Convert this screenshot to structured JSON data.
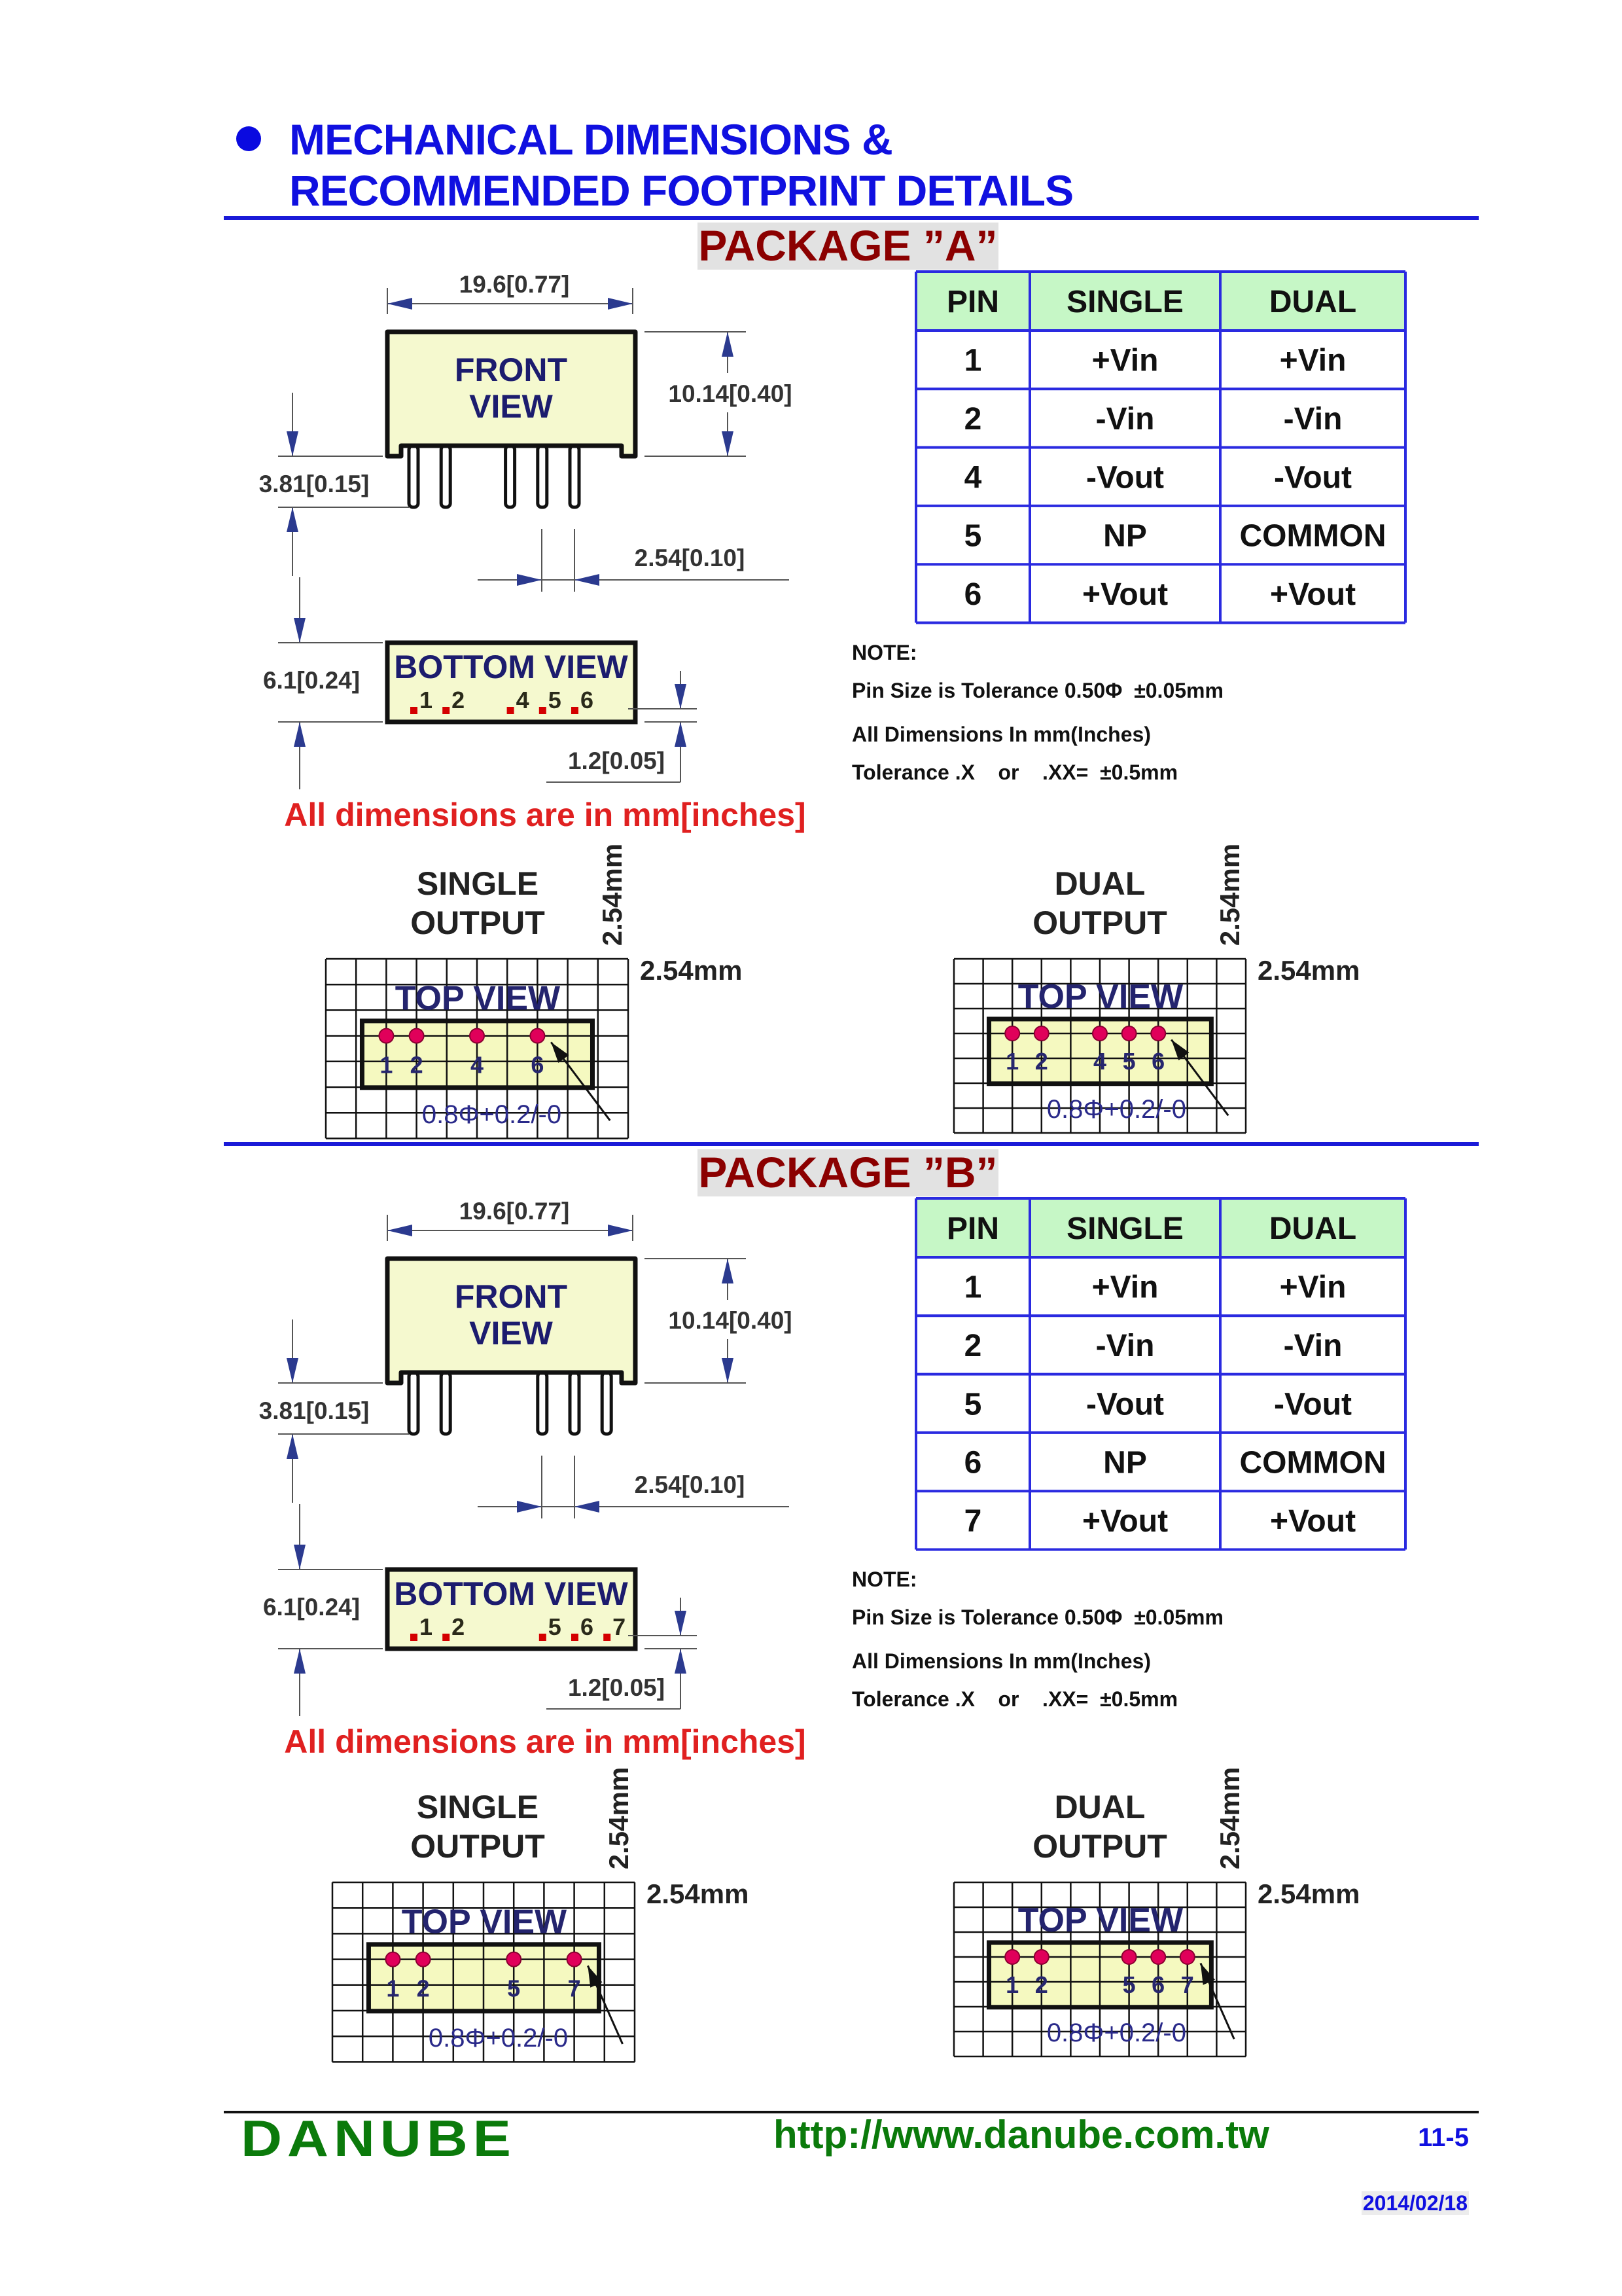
{
  "header": {
    "title_line1": "MECHANICAL DIMENSIONS &",
    "title_line2": "RECOMMENDED FOOTPRINT DETAILS"
  },
  "packages": [
    {
      "title": "PACKAGE ”A”",
      "dims": {
        "width": "19.6[0.77]",
        "height": "10.14[0.40]",
        "pin_length": "3.81[0.15]",
        "pitch": "2.54[0.10]",
        "depth": "6.1[0.24]",
        "offset": "1.2[0.05]"
      },
      "front_view": [
        "FRONT",
        "VIEW"
      ],
      "bottom_view": "BOTTOM VIEW",
      "pins": [
        "1",
        "2",
        "4",
        "5",
        "6"
      ],
      "table": {
        "headers": [
          "PIN",
          "SINGLE",
          "DUAL"
        ],
        "rows": [
          [
            "1",
            "+Vin",
            "+Vin"
          ],
          [
            "2",
            "-Vin",
            "-Vin"
          ],
          [
            "4",
            "-Vout",
            "-Vout"
          ],
          [
            "5",
            "NP",
            "COMMON"
          ],
          [
            "6",
            "+Vout",
            "+Vout"
          ]
        ]
      },
      "note": {
        "title": "NOTE:",
        "lines": [
          "Pin Size is Tolerance 0.50Φ  ±0.05mm",
          "All Dimensions In mm(Inches)",
          "Tolerance .X    or    .XX=  ±0.5mm"
        ]
      },
      "units_note": "All dimensions are in mm[inches]",
      "footprints": [
        {
          "title": [
            "SINGLE",
            "OUTPUT"
          ],
          "pitch_v": "2.54mm",
          "pitch_h": "2.54mm",
          "top_view": "TOP VIEW",
          "pins": [
            "1",
            "2",
            "4",
            "6"
          ],
          "hole": "0.8Φ+0.2/-0"
        },
        {
          "title": [
            "DUAL",
            "OUTPUT"
          ],
          "pitch_v": "2.54mm",
          "pitch_h": "2.54mm",
          "top_view": "TOP VIEW",
          "pins": [
            "1",
            "2",
            "4",
            "5",
            "6"
          ],
          "hole": "0.8Φ+0.2/-0"
        }
      ]
    },
    {
      "title": "PACKAGE ”B”",
      "dims": {
        "width": "19.6[0.77]",
        "height": "10.14[0.40]",
        "pin_length": "3.81[0.15]",
        "pitch": "2.54[0.10]",
        "depth": "6.1[0.24]",
        "offset": "1.2[0.05]"
      },
      "front_view": [
        "FRONT",
        "VIEW"
      ],
      "bottom_view": "BOTTOM VIEW",
      "pins": [
        "1",
        "2",
        "5",
        "6",
        "7"
      ],
      "table": {
        "headers": [
          "PIN",
          "SINGLE",
          "DUAL"
        ],
        "rows": [
          [
            "1",
            "+Vin",
            "+Vin"
          ],
          [
            "2",
            "-Vin",
            "-Vin"
          ],
          [
            "5",
            "-Vout",
            "-Vout"
          ],
          [
            "6",
            "NP",
            "COMMON"
          ],
          [
            "7",
            "+Vout",
            "+Vout"
          ]
        ]
      },
      "note": {
        "title": "NOTE:",
        "lines": [
          "Pin Size is Tolerance 0.50Φ  ±0.05mm",
          "All Dimensions In mm(Inches)",
          "Tolerance .X    or    .XX=  ±0.5mm"
        ]
      },
      "units_note": "All dimensions are in mm[inches]",
      "footprints": [
        {
          "title": [
            "SINGLE",
            "OUTPUT"
          ],
          "pitch_v": "2.54mm",
          "pitch_h": "2.54mm",
          "top_view": "TOP VIEW",
          "pins": [
            "1",
            "2",
            "5",
            "7"
          ],
          "hole": "0.8Φ+0.2/-0"
        },
        {
          "title": [
            "DUAL",
            "OUTPUT"
          ],
          "pitch_v": "2.54mm",
          "pitch_h": "2.54mm",
          "top_view": "TOP VIEW",
          "pins": [
            "1",
            "2",
            "5",
            "6",
            "7"
          ],
          "hole": "0.8Φ+0.2/-0"
        }
      ]
    }
  ],
  "footer": {
    "brand": "DANUBE",
    "url": "http://www.danube.com.tw",
    "page": "11-5",
    "date": "2014/02/18"
  },
  "colors": {
    "title_blue": "#1010e0",
    "package_red": "#8b0000",
    "units_red": "#e02020",
    "table_header_green": "#c6f7c6",
    "table_border": "#2a2ae0",
    "body_yellow": "#f5f9cf",
    "pin_pink": "#e0005a",
    "brand_green": "#0b7a0b"
  }
}
